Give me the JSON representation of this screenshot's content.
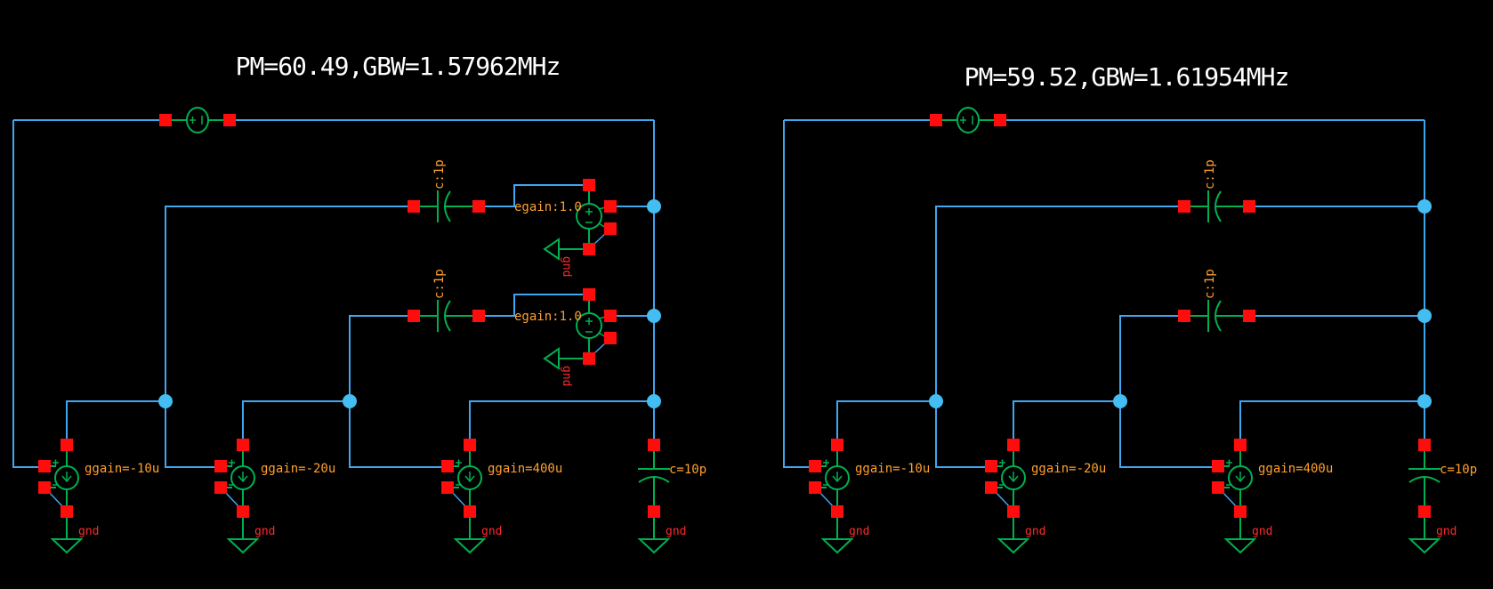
{
  "titles": {
    "left": "PM=60.49,GBW=1.57962MHz",
    "right": "PM=59.52,GBW=1.61954MHz"
  },
  "colors": {
    "background": "#000000",
    "wire": "#3fa6f0",
    "junction": "#43bdf2",
    "component": "#00b050",
    "pin": "#ff0c0c",
    "label": "#ffa030",
    "gnd_text": "#ff2a2a",
    "title": "#ffffff"
  },
  "circuits": [
    {
      "name": "left",
      "ggain_sources": [
        {
          "label": "ggain=-10u",
          "gnd": "gnd"
        },
        {
          "label": "ggain=-20u",
          "gnd": "gnd"
        },
        {
          "label": "ggain=400u",
          "gnd": "gnd"
        }
      ],
      "coupling_caps": [
        {
          "label": "c:1p"
        },
        {
          "label": "c:1p"
        }
      ],
      "egain_buffers": [
        {
          "label": "egain:1.0",
          "gnd": "gnd"
        },
        {
          "label": "egain:1.0",
          "gnd": "gnd"
        }
      ],
      "load_cap": {
        "label": "c=10p",
        "gnd": "gnd"
      }
    },
    {
      "name": "right",
      "ggain_sources": [
        {
          "label": "ggain=-10u",
          "gnd": "gnd"
        },
        {
          "label": "ggain=-20u",
          "gnd": "gnd"
        },
        {
          "label": "ggain=400u",
          "gnd": "gnd"
        }
      ],
      "coupling_caps": [
        {
          "label": "c:1p"
        },
        {
          "label": "c:1p"
        }
      ],
      "egain_buffers": [],
      "load_cap": {
        "label": "c=10p",
        "gnd": "gnd"
      }
    }
  ]
}
